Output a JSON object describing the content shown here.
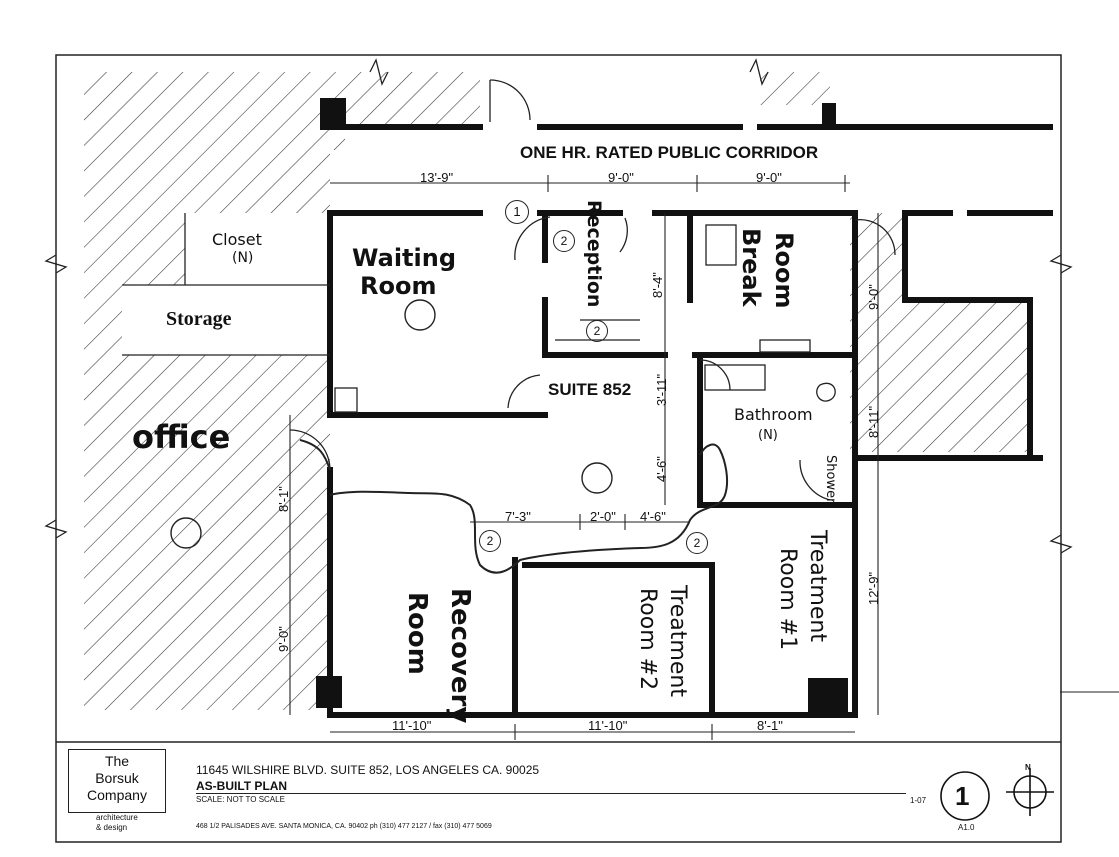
{
  "rooms": {
    "corridor": "ONE HR. RATED PUBLIC CORRIDOR",
    "suite": "SUITE 852",
    "waiting_line1": "Waiting",
    "waiting_line2": "Room",
    "closet_line1": "Closet",
    "closet_line2": "(N)",
    "storage": "Storage",
    "office": "office",
    "reception": "Reception",
    "break_line1": "Break",
    "break_line2": "Room",
    "bathroom_line1": "Bathroom",
    "bathroom_line2": "(N)",
    "shower": "Shower",
    "recovery_line1": "Recovery",
    "recovery_line2": "Room",
    "treatment2_line1": "Treatment",
    "treatment2_line2": "Room #2",
    "treatment1_line1": "Treatment",
    "treatment1_line2": "Room #1"
  },
  "dimensions": {
    "top_1": "13'-9\"",
    "top_2": "9'-0\"",
    "top_3": "9'-0\"",
    "mid_1": "7'-3\"",
    "mid_2": "2'-0\"",
    "mid_3": "4'-6\"",
    "bottom_1": "11'-10\"",
    "bottom_2": "11'-10\"",
    "bottom_3": "8'-1\"",
    "v_break": "8'-4\"",
    "v_suite": "3'-11\"",
    "v_corr": "4'-6\"",
    "v_right_top": "9'-0\"",
    "v_right_mid": "8'-11\"",
    "v_right_bot": "12'-9\"",
    "v_left_mid": "8'-1\"",
    "v_left_bot": "9'-0\""
  },
  "tags": [
    "1",
    "2",
    "2",
    "2",
    "2"
  ],
  "titleblock": {
    "logo_line1": "The",
    "logo_line2": "Borsuk",
    "logo_line3": "Company",
    "logo_sub1": "architecture",
    "logo_sub2": "& design",
    "address": "11645 WILSHIRE BLVD. SUITE 852, LOS ANGELES CA. 90025",
    "plan_title": "AS-BUILT PLAN",
    "scale": "SCALE: NOT TO SCALE",
    "firm_address": "468 1/2 PALISADES AVE. SANTA MONICA, CA. 90402    ph (310) 477 2127 / fax (310) 477 5069",
    "ref_left": "1-07",
    "sheet_number": "1",
    "sheet_ref": "A1.0",
    "north": "N"
  }
}
